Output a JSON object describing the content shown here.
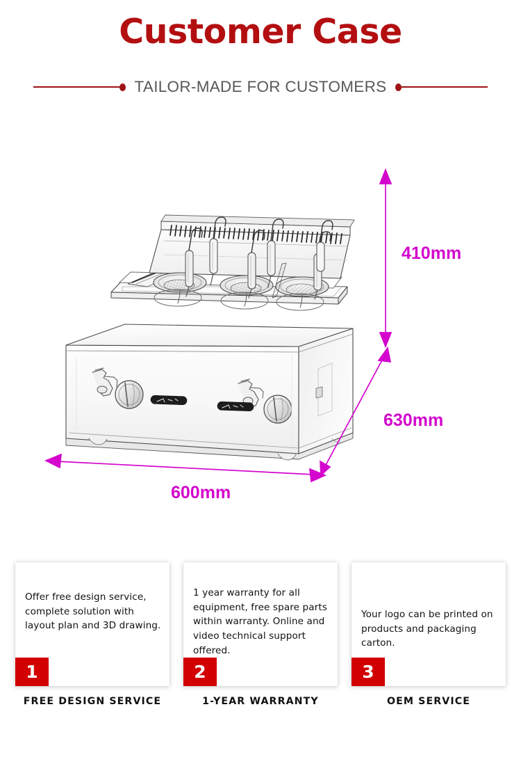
{
  "header": {
    "title": "Customer Case",
    "subtitle": "TAILOR-MADE FOR CUSTOMERS",
    "title_color": "#B30F11",
    "rule_color": "#9E1316",
    "subtitle_color": "#58585A"
  },
  "product_drawing": {
    "alt": "line drawing of a countertop gas pasta cooker / noodle boiler with three basket wells, two control knobs and two pilot taps",
    "icon": "product-line-drawing"
  },
  "dimensions": {
    "color": "#D406CD",
    "height": "410mm",
    "depth": "630mm",
    "width": "600mm"
  },
  "cards": [
    {
      "number": "1",
      "body": "Offer free design service,\ncomplete solution with layout plan and 3D drawing.",
      "label": "FREE DESIGN SERVICE",
      "badge_color": "#D20000"
    },
    {
      "number": "2",
      "body": "1 year warranty for all equipment, free spare parts within warranty. Online and video technical support offered.",
      "label": "1-YEAR WARRANTY",
      "badge_color": "#D20000"
    },
    {
      "number": "3",
      "body": "Your logo can be printed on products and packaging carton.",
      "label": "OEM SERVICE",
      "badge_color": "#D20000"
    }
  ]
}
